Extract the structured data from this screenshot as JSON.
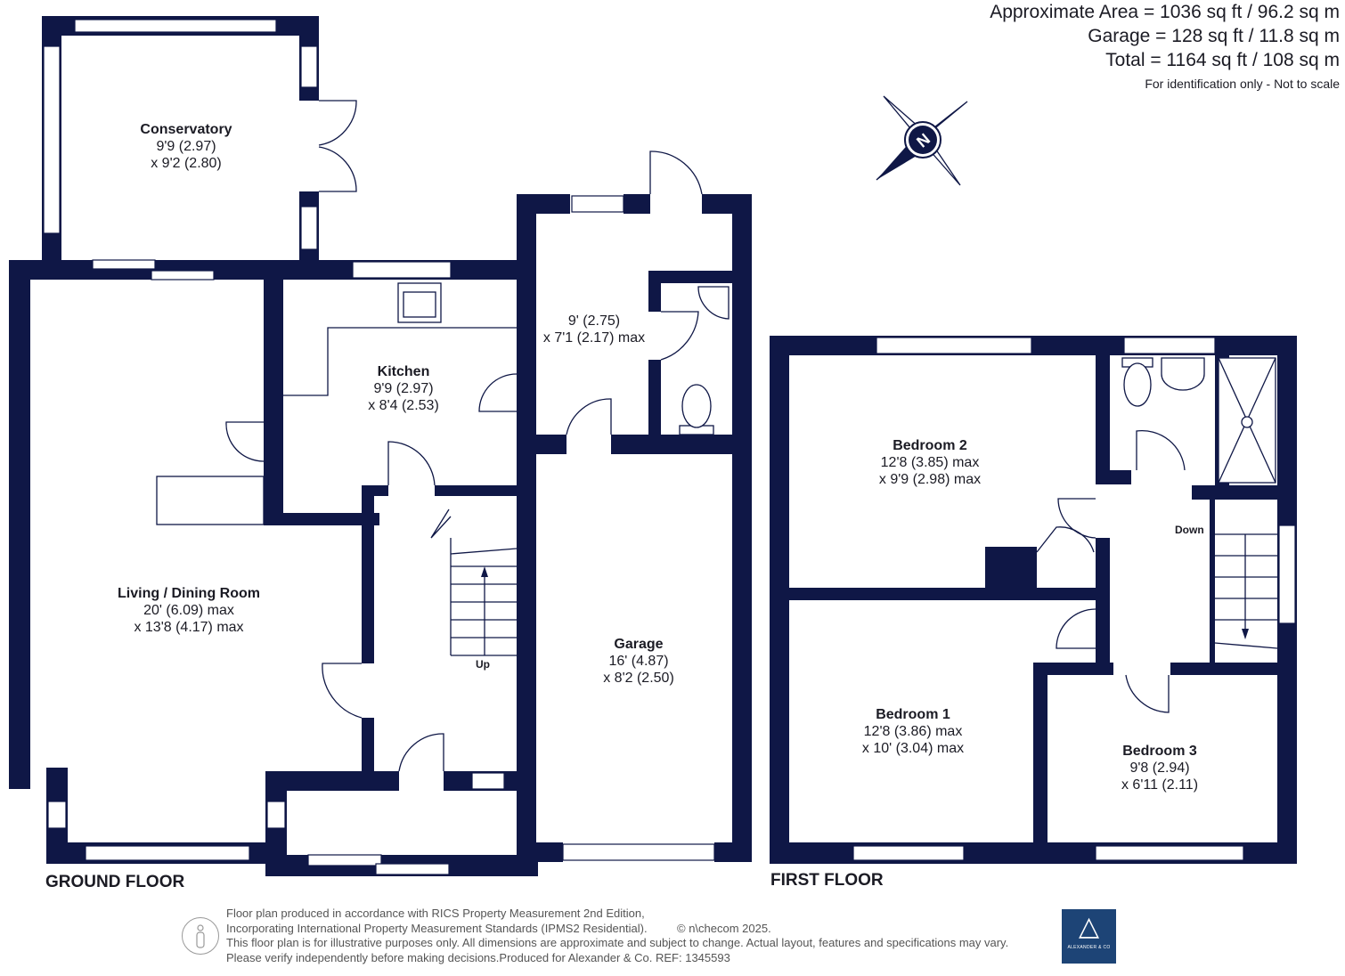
{
  "areas": {
    "approximate": "Approximate Area = 1036 sq ft / 96.2 sq m",
    "garage": "Garage = 128 sq ft / 11.8 sq m",
    "total": "Total = 1164 sq ft / 108 sq m",
    "note": "For identification only - Not to scale"
  },
  "floors": {
    "ground": "GROUND FLOOR",
    "first": "FIRST FLOOR"
  },
  "rooms": {
    "conservatory": {
      "name": "Conservatory",
      "dim1": "9'9 (2.97)",
      "dim2": "x 9'2 (2.80)"
    },
    "utility": {
      "dim1": "9' (2.75)",
      "dim2": "x 7'1 (2.17) max"
    },
    "kitchen": {
      "name": "Kitchen",
      "dim1": "9'9 (2.97)",
      "dim2": "x 8'4 (2.53)"
    },
    "living": {
      "name": "Living / Dining Room",
      "dim1": "20' (6.09) max",
      "dim2": "x 13'8 (4.17) max"
    },
    "garage": {
      "name": "Garage",
      "dim1": "16' (4.87)",
      "dim2": "x 8'2 (2.50)"
    },
    "bedroom2": {
      "name": "Bedroom 2",
      "dim1": "12'8 (3.85) max",
      "dim2": "x 9'9 (2.98) max"
    },
    "bedroom1": {
      "name": "Bedroom 1",
      "dim1": "12'8 (3.86) max",
      "dim2": "x 10' (3.04) max"
    },
    "bedroom3": {
      "name": "Bedroom 3",
      "dim1": "9'8 (2.94)",
      "dim2": "x 6'11 (2.11)"
    }
  },
  "stairs": {
    "up": "Up",
    "down": "Down"
  },
  "compass": {
    "letter": "N"
  },
  "footer": {
    "line1": "Floor plan produced in accordance with RICS Property Measurement 2nd Edition,",
    "line2": "Incorporating International Property Measurement Standards (IPMS2 Residential).",
    "copyright": "© n\\checom 2025.",
    "line3": "This floor plan is for illustrative purposes only. All dimensions are approximate and subject to change. Actual layout, features and specifications may vary.",
    "line4": "Please verify independently before making decisions.Produced for Alexander & Co.   REF:  1345593"
  },
  "logo": {
    "text": "ALEXANDER & CO"
  },
  "colors": {
    "wall": "#0f1746",
    "logo": "#1d4476"
  }
}
